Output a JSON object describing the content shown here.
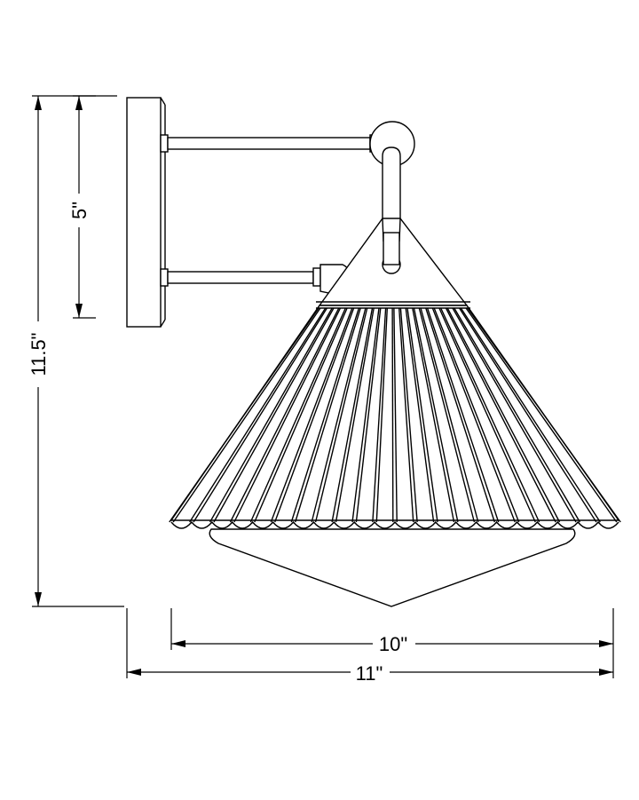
{
  "dimensions": {
    "total_height": "11.5\"",
    "arm_spacing": "5\"",
    "shade_width": "10\"",
    "total_depth": "11\""
  },
  "shade": {
    "pleat_count": 22
  }
}
